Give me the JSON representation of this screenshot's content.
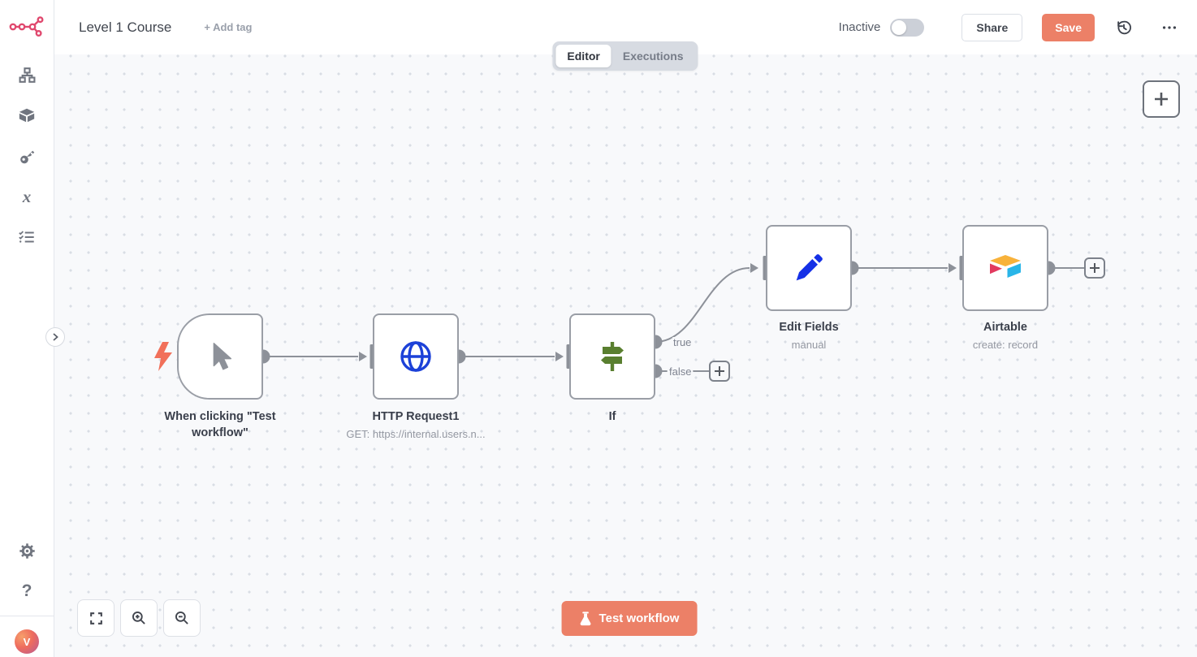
{
  "header": {
    "title": "Level 1 Course",
    "add_tag": "+ Add tag",
    "status_label": "Inactive",
    "status_enabled": false,
    "share": "Share",
    "save": "Save"
  },
  "tabs": {
    "editor": "Editor",
    "executions": "Executions"
  },
  "sidebar": {
    "items": [
      "workflows",
      "templates",
      "credentials",
      "variables",
      "executions"
    ],
    "variables_glyph": "x",
    "help_glyph": "?"
  },
  "user": {
    "initial": "V"
  },
  "workflow": {
    "nodes": [
      {
        "name": "When clicking \"Test workflow\"",
        "subtitle": "",
        "icon": "cursor-arrow-icon",
        "type": "manual-trigger"
      },
      {
        "name": "HTTP Request1",
        "subtitle": "GET: https://internal.users.n...",
        "icon": "globe-icon",
        "type": "http-request"
      },
      {
        "name": "If",
        "subtitle": "",
        "icon": "signpost-icon",
        "type": "if",
        "outputs": [
          "true",
          "false"
        ]
      },
      {
        "name": "Edit Fields",
        "subtitle": "manual",
        "icon": "pencil-icon",
        "type": "set"
      },
      {
        "name": "Airtable",
        "subtitle": "create: record",
        "icon": "airtable-icon",
        "type": "airtable"
      }
    ],
    "test_button": "Test workflow"
  },
  "colors": {
    "primary": "#ec8067",
    "node_border": "#9a9ea6",
    "connector": "#8d9199",
    "if_green": "#597f2f",
    "http_blue": "#1c41d8",
    "pencil_blue": "#1530e6",
    "airtable_yellow": "#f8b23a",
    "airtable_red": "#e23a5f",
    "airtable_blue": "#29b5e8",
    "logo_pink": "#e0486e"
  }
}
